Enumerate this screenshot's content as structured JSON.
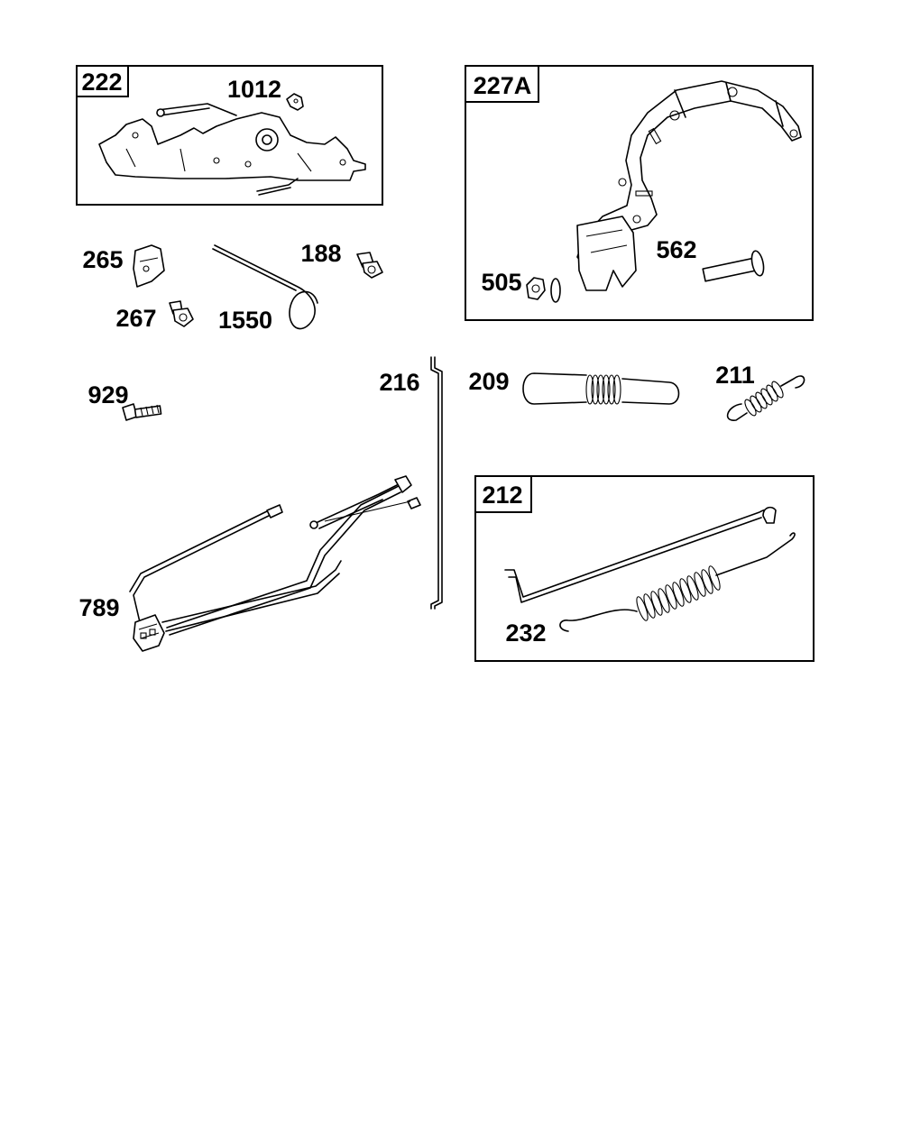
{
  "colors": {
    "ink": "#000000",
    "paper": "#ffffff"
  },
  "groups": [
    {
      "id": "222",
      "label": "222"
    },
    {
      "id": "227A",
      "label": "227A"
    },
    {
      "id": "212",
      "label": "212"
    }
  ],
  "parts": [
    {
      "id": "1012",
      "label": "1012"
    },
    {
      "id": "265",
      "label": "265"
    },
    {
      "id": "188",
      "label": "188"
    },
    {
      "id": "267",
      "label": "267"
    },
    {
      "id": "1550",
      "label": "1550"
    },
    {
      "id": "505",
      "label": "505"
    },
    {
      "id": "562",
      "label": "562"
    },
    {
      "id": "929",
      "label": "929"
    },
    {
      "id": "216",
      "label": "216"
    },
    {
      "id": "209",
      "label": "209"
    },
    {
      "id": "211",
      "label": "211"
    },
    {
      "id": "789",
      "label": "789"
    },
    {
      "id": "232",
      "label": "232"
    }
  ]
}
